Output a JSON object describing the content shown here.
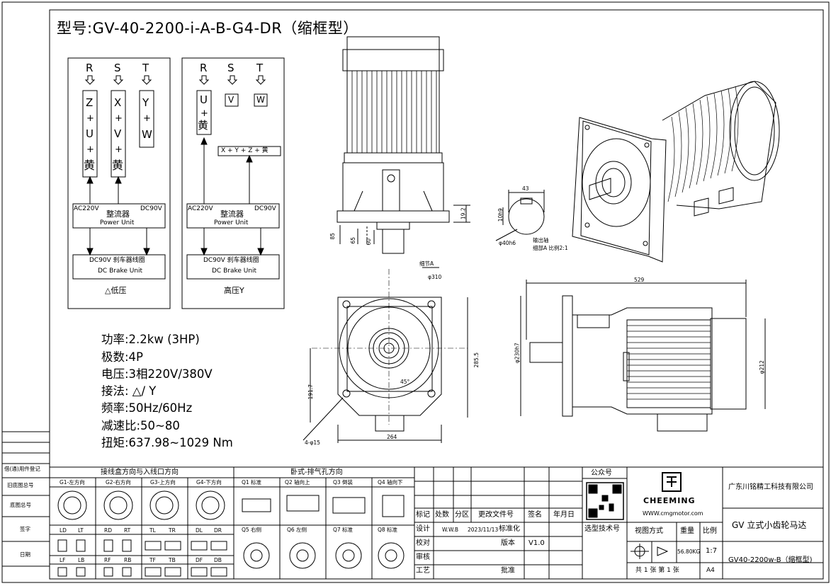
{
  "title": "型号:GV-40-2200-i-A-B-G4-DR（缩框型）",
  "specs": [
    "功率:2.2kw (3HP)",
    "极数:4P",
    "电压:3相220V/380V",
    "接法: △/ Y",
    "频率:50Hz/60Hz",
    "减速比:50~80",
    "扭矩:637.98~1029 Nm"
  ],
  "wiring_low": {
    "phases": [
      "R",
      "S",
      "T"
    ],
    "leads": [
      [
        "Z",
        "+",
        "U",
        "+",
        "黄"
      ],
      [
        "X",
        "+",
        "V",
        "+",
        "黄"
      ],
      [
        "Y",
        "+",
        "W"
      ]
    ],
    "rectifier_left": "AC220V",
    "rectifier_right": "DC90V",
    "rectifier_cn": "整流器",
    "rectifier_en": "Power Unit",
    "brake_cn": "DC90V  刹车器线圈",
    "brake_en": "DC Brake Unit",
    "caption": "△低压"
  },
  "wiring_high": {
    "phases": [
      "R",
      "S",
      "T"
    ],
    "lead_r": [
      "U",
      "+",
      "黄"
    ],
    "lead_s": "V",
    "lead_t": "W",
    "star": "X + Y + Z + 黄",
    "rectifier_left": "AC220V",
    "rectifier_right": "DC90V",
    "rectifier_cn": "整流器",
    "rectifier_en": "Power Unit",
    "brake_cn": "DC90V  刹车器线圈",
    "brake_en": "DC Brake Unit",
    "caption": "高压Y"
  },
  "dims": {
    "d43": "43",
    "d10": "10h9",
    "d40": "φ40h6",
    "shaft_note1": "输出轴",
    "shaft_note2": "细部A 比例2:1",
    "detailA": "细节A",
    "d310": "φ310",
    "d285": "285.5",
    "d191": "191.7",
    "d264": "264",
    "d4": "4-φ15",
    "d45": "45°",
    "d529": "529",
    "d230": "φ230h7",
    "d212": "φ212",
    "d85": "85",
    "d65": "65",
    "d60": "60",
    "d19": "19.2"
  },
  "table": {
    "left_labels": [
      "借(通)用件登记",
      "旧底图总号",
      "底图总号",
      "签字",
      "日期"
    ],
    "wire_header": "接线盒方向与入线口方向",
    "vent_header": "卧式-排气孔方向",
    "g_labels": [
      "G1-左方向",
      "G2-右方向",
      "G3-上方向",
      "G4-下方向"
    ],
    "q_labels": [
      "Q1 标准",
      "Q2 轴向上",
      "Q3 倒装",
      "Q4 轴向下"
    ],
    "q_labels2": [
      "Q5 右侧",
      "Q6 左侧",
      "Q7 标准",
      "Q8 标准"
    ],
    "pair_labels1": [
      "LD",
      "LT",
      "RD",
      "RT",
      "TL",
      "TR",
      "DL",
      "DR"
    ],
    "pair_labels2": [
      "LF",
      "LB",
      "RF",
      "RB",
      "TF",
      "TB",
      "DF",
      "DB"
    ],
    "rev_headers": [
      "标记",
      "处数",
      "分区",
      "更改文件号",
      "签名",
      "年月日"
    ],
    "row_design": "设计",
    "designer": "W.W.B",
    "date": "2023/11/13",
    "standardize": "标准化",
    "row_check": "校对",
    "version_label": "版本",
    "version": "V1.0",
    "row_review": "审核",
    "row_process": "工艺",
    "approve": "批准",
    "wechat": "公众号",
    "tech": "选型技术号",
    "brand": "CHEEMING",
    "url": "WWW.cmgmotor.com",
    "company": "广东川铭精工科技有限公司",
    "product": "GV 立式小齿轮马达",
    "view_label": "视图方式",
    "weight_label": "重量",
    "scale_label": "比例",
    "weight": "56.80KG",
    "scale": "1:7",
    "sheets": "共 1 张  第 1 张",
    "paper": "A4",
    "drawing_no": "GV40-2200w-B（缩框型)"
  }
}
